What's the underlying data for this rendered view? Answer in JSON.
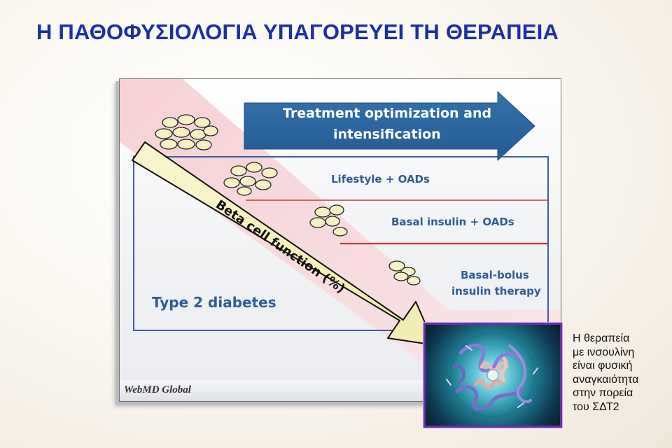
{
  "slide": {
    "title": "Η ΠΑΘΟΦΥΣΙΟΛΟΓΙΑ ΥΠΑΓΟΡΕΥΕΙ ΤΗ ΘΕΡΑΠΕΙΑ",
    "side_note": "Η θεραπεία\nμε  ινσουλίνη\nείναι φυσική\nαναγκαιότητα\nστην πορεία\nτου ΣΔΤ2"
  },
  "figure": {
    "arrow_title_line1": "Treatment optimization and",
    "arrow_title_line2": "intensification",
    "stage_1": "Lifestyle + OADs",
    "stage_2": "Basal insulin + OADs",
    "stage_3_line1": "Basal-bolus",
    "stage_3_line2": "insulin therapy",
    "diagonal_label": "Beta cell function (%)",
    "bottom_label": "Type 2 diabetes",
    "footer_brand": "WebMD Global"
  },
  "colors": {
    "title": "#1a2fa8",
    "arrow_blue": "#2e6aa6",
    "box_border": "#3c5fa0",
    "red_line": "#c43a3a",
    "pink_band": "#f7cfd4",
    "diagonal_arrow": "#f6f3bf",
    "frame_purple": "#6b2fa3"
  }
}
